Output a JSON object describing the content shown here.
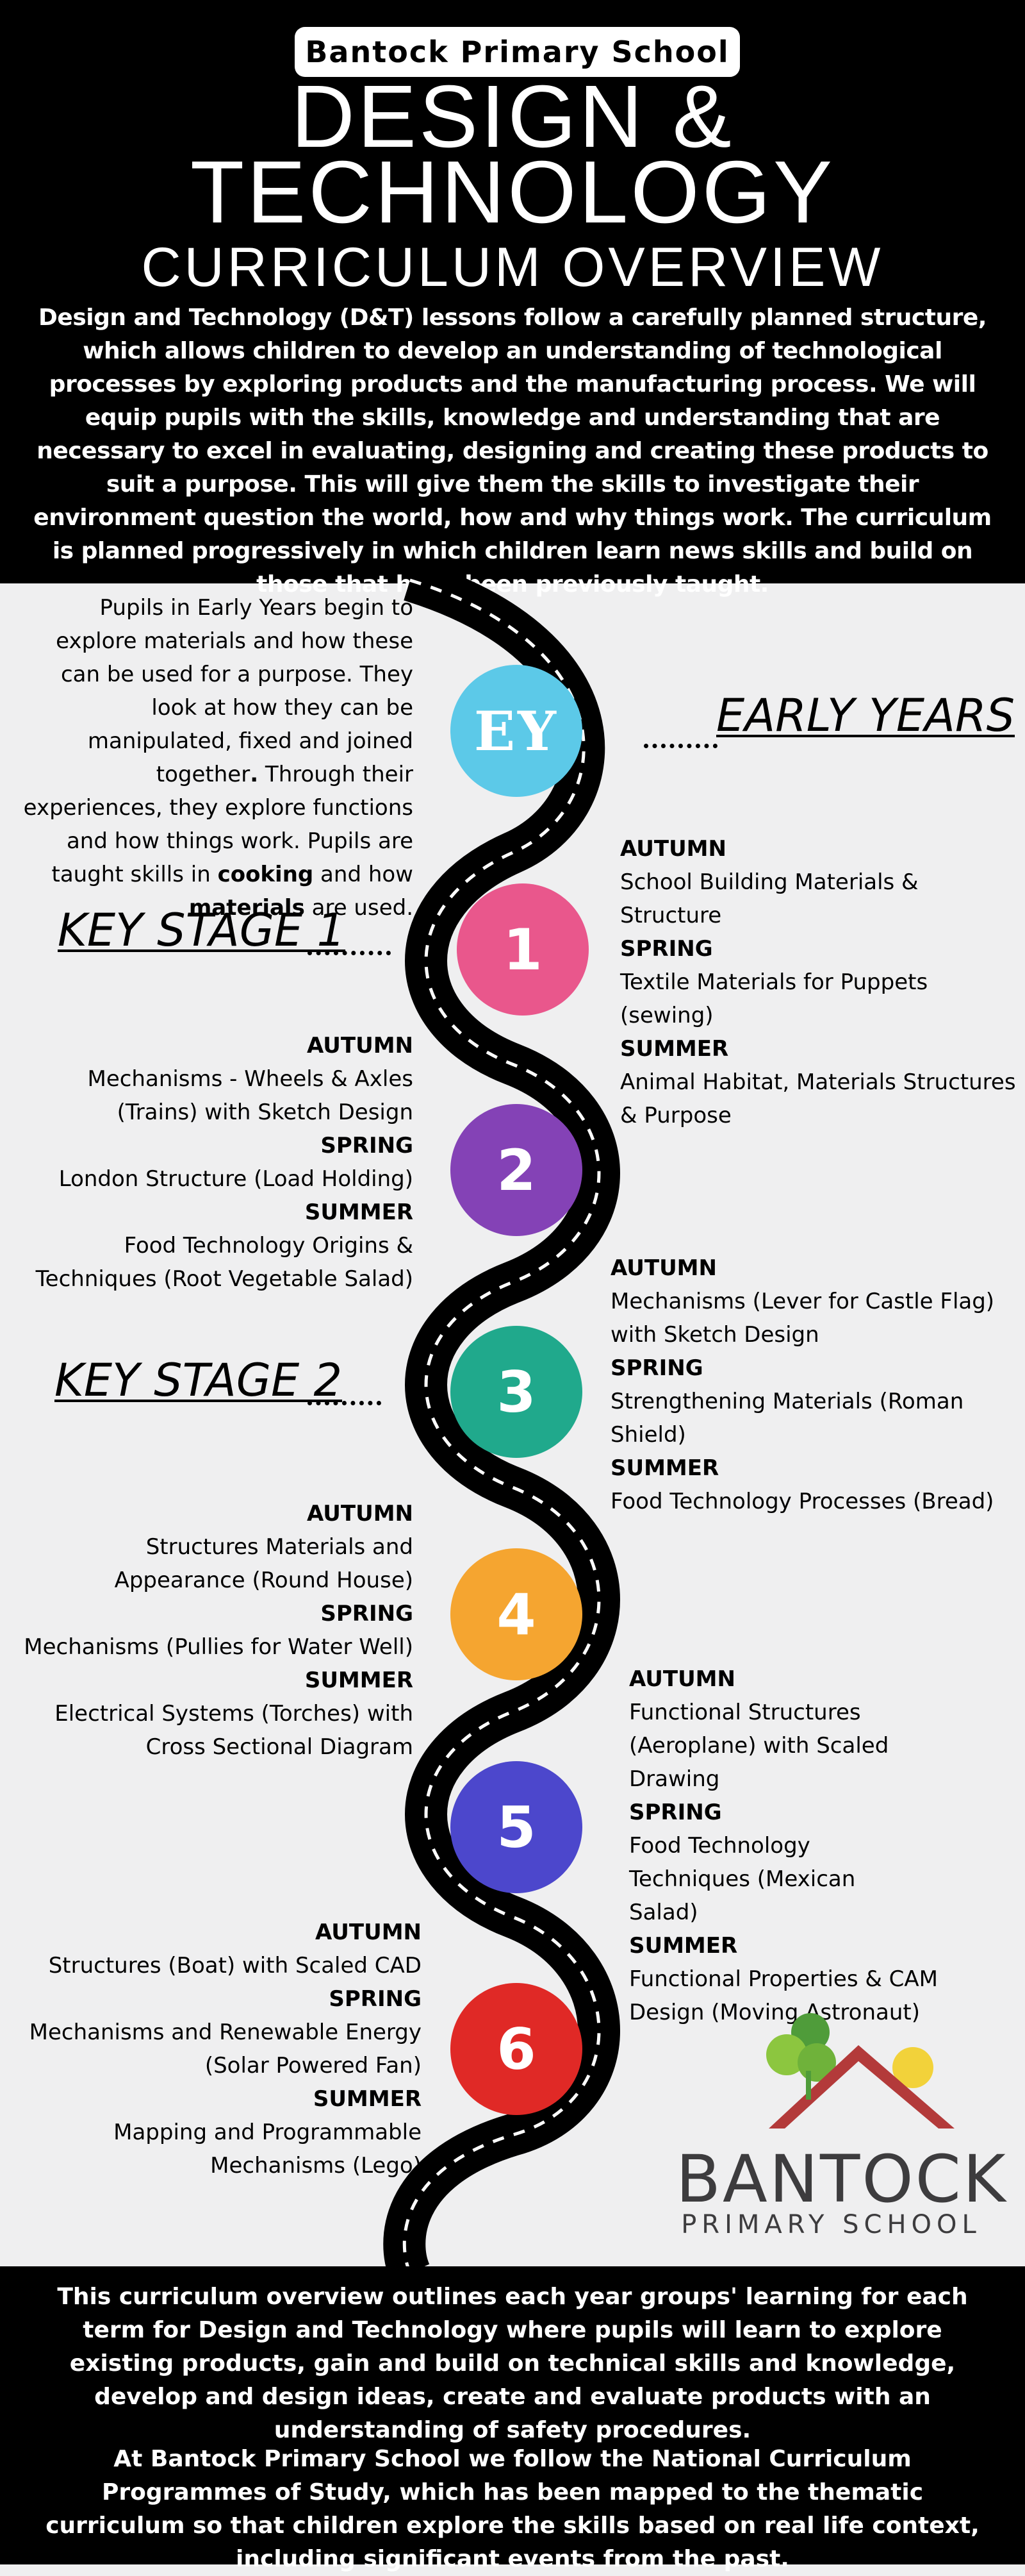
{
  "header": {
    "school_name": "Bantock Primary School",
    "title_line1": "DESIGN &",
    "title_line2": "TECHNOLOGY",
    "title_line3": "CURRICULUM OVERVIEW",
    "intro": "Design and Technology (D&T) lessons follow a carefully planned structure, which allows children to develop an understanding of technological processes by exploring products and the manufacturing process. We will equip pupils with the skills, knowledge and understanding that are necessary to excel in evaluating, designing and creating these products to suit a purpose. This will give them the skills to investigate their environment question the world, how and why things work. The curriculum is planned progressively in which children learn news skills and build on those that have been previously taught."
  },
  "stages": {
    "early_years": "EARLY YEARS",
    "key_stage_1": "KEY STAGE 1",
    "key_stage_2": "KEY STAGE 2"
  },
  "early_years_text": {
    "part1": "Pupils in Early Years begin to explore materials and how these can be used for a purpose. They look at how they can be manipulated, fixed and joined together",
    "dot": ".",
    "part2": " Through their experiences, they explore functions and how things work. Pupils are taught skills in ",
    "bold1": "cooking",
    "part3": " and how ",
    "bold2": "materials",
    "part4": " are used."
  },
  "terms": {
    "autumn": "AUTUMN",
    "spring": "SPRING",
    "summer": "SUMMER"
  },
  "years": {
    "ey": {
      "label": "EY",
      "color": "#5cc9e8"
    },
    "y1": {
      "label": "1",
      "color": "#e9578c",
      "autumn": "School Building Materials & Structure",
      "spring": "Textile Materials for Puppets (sewing)",
      "summer": "Animal Habitat, Materials Structures & Purpose"
    },
    "y2": {
      "label": "2",
      "color": "#8442b6",
      "autumn": "Mechanisms - Wheels & Axles (Trains) with Sketch Design",
      "spring": "London Structure (Load Holding)",
      "summer": "Food Technology Origins & Techniques (Root Vegetable Salad)"
    },
    "y3": {
      "label": "3",
      "color": "#20a98c",
      "autumn": "Mechanisms (Lever for Castle Flag) with Sketch Design",
      "spring": "Strengthening Materials (Roman Shield)",
      "summer": "Food Technology Processes (Bread)"
    },
    "y4": {
      "label": "4",
      "color": "#f5a530",
      "autumn": "Structures Materials and Appearance (Round House)",
      "spring": "Mechanisms (Pullies for Water Well)",
      "summer": "Electrical Systems (Torches) with Cross Sectional Diagram"
    },
    "y5": {
      "label": "5",
      "color": "#4c47cc",
      "autumn": "Functional Structures (Aeroplane) with Scaled Drawing",
      "spring": "Food Technology Techniques (Mexican Salad)",
      "summer": "Functional Properties & CAM Design (Moving Astronaut)"
    },
    "y6": {
      "label": "6",
      "color": "#e02926",
      "autumn": "Structures (Boat) with Scaled CAD",
      "spring": "Mechanisms and Renewable Energy (Solar Powered Fan)",
      "summer": "Mapping and Programmable Mechanisms (Lego)"
    }
  },
  "logo": {
    "name": "BANTOCK",
    "subtitle": "PRIMARY SCHOOL",
    "roof_color": "#b33a3a",
    "tree_colors": [
      "#4f9c3a",
      "#8cc63f",
      "#f2d23a"
    ]
  },
  "footer": {
    "para1": "This curriculum overview outlines each year groups' learning for each term for Design and Technology where pupils will learn to explore existing products, gain and build on technical skills and knowledge, develop and design ideas, create and evaluate products with an understanding of safety procedures.",
    "para2": "At Bantock Primary School we follow the National Curriculum Programmes of Study, which has been mapped to the thematic curriculum so that children explore the skills based on real life context, including significant events from the past."
  }
}
